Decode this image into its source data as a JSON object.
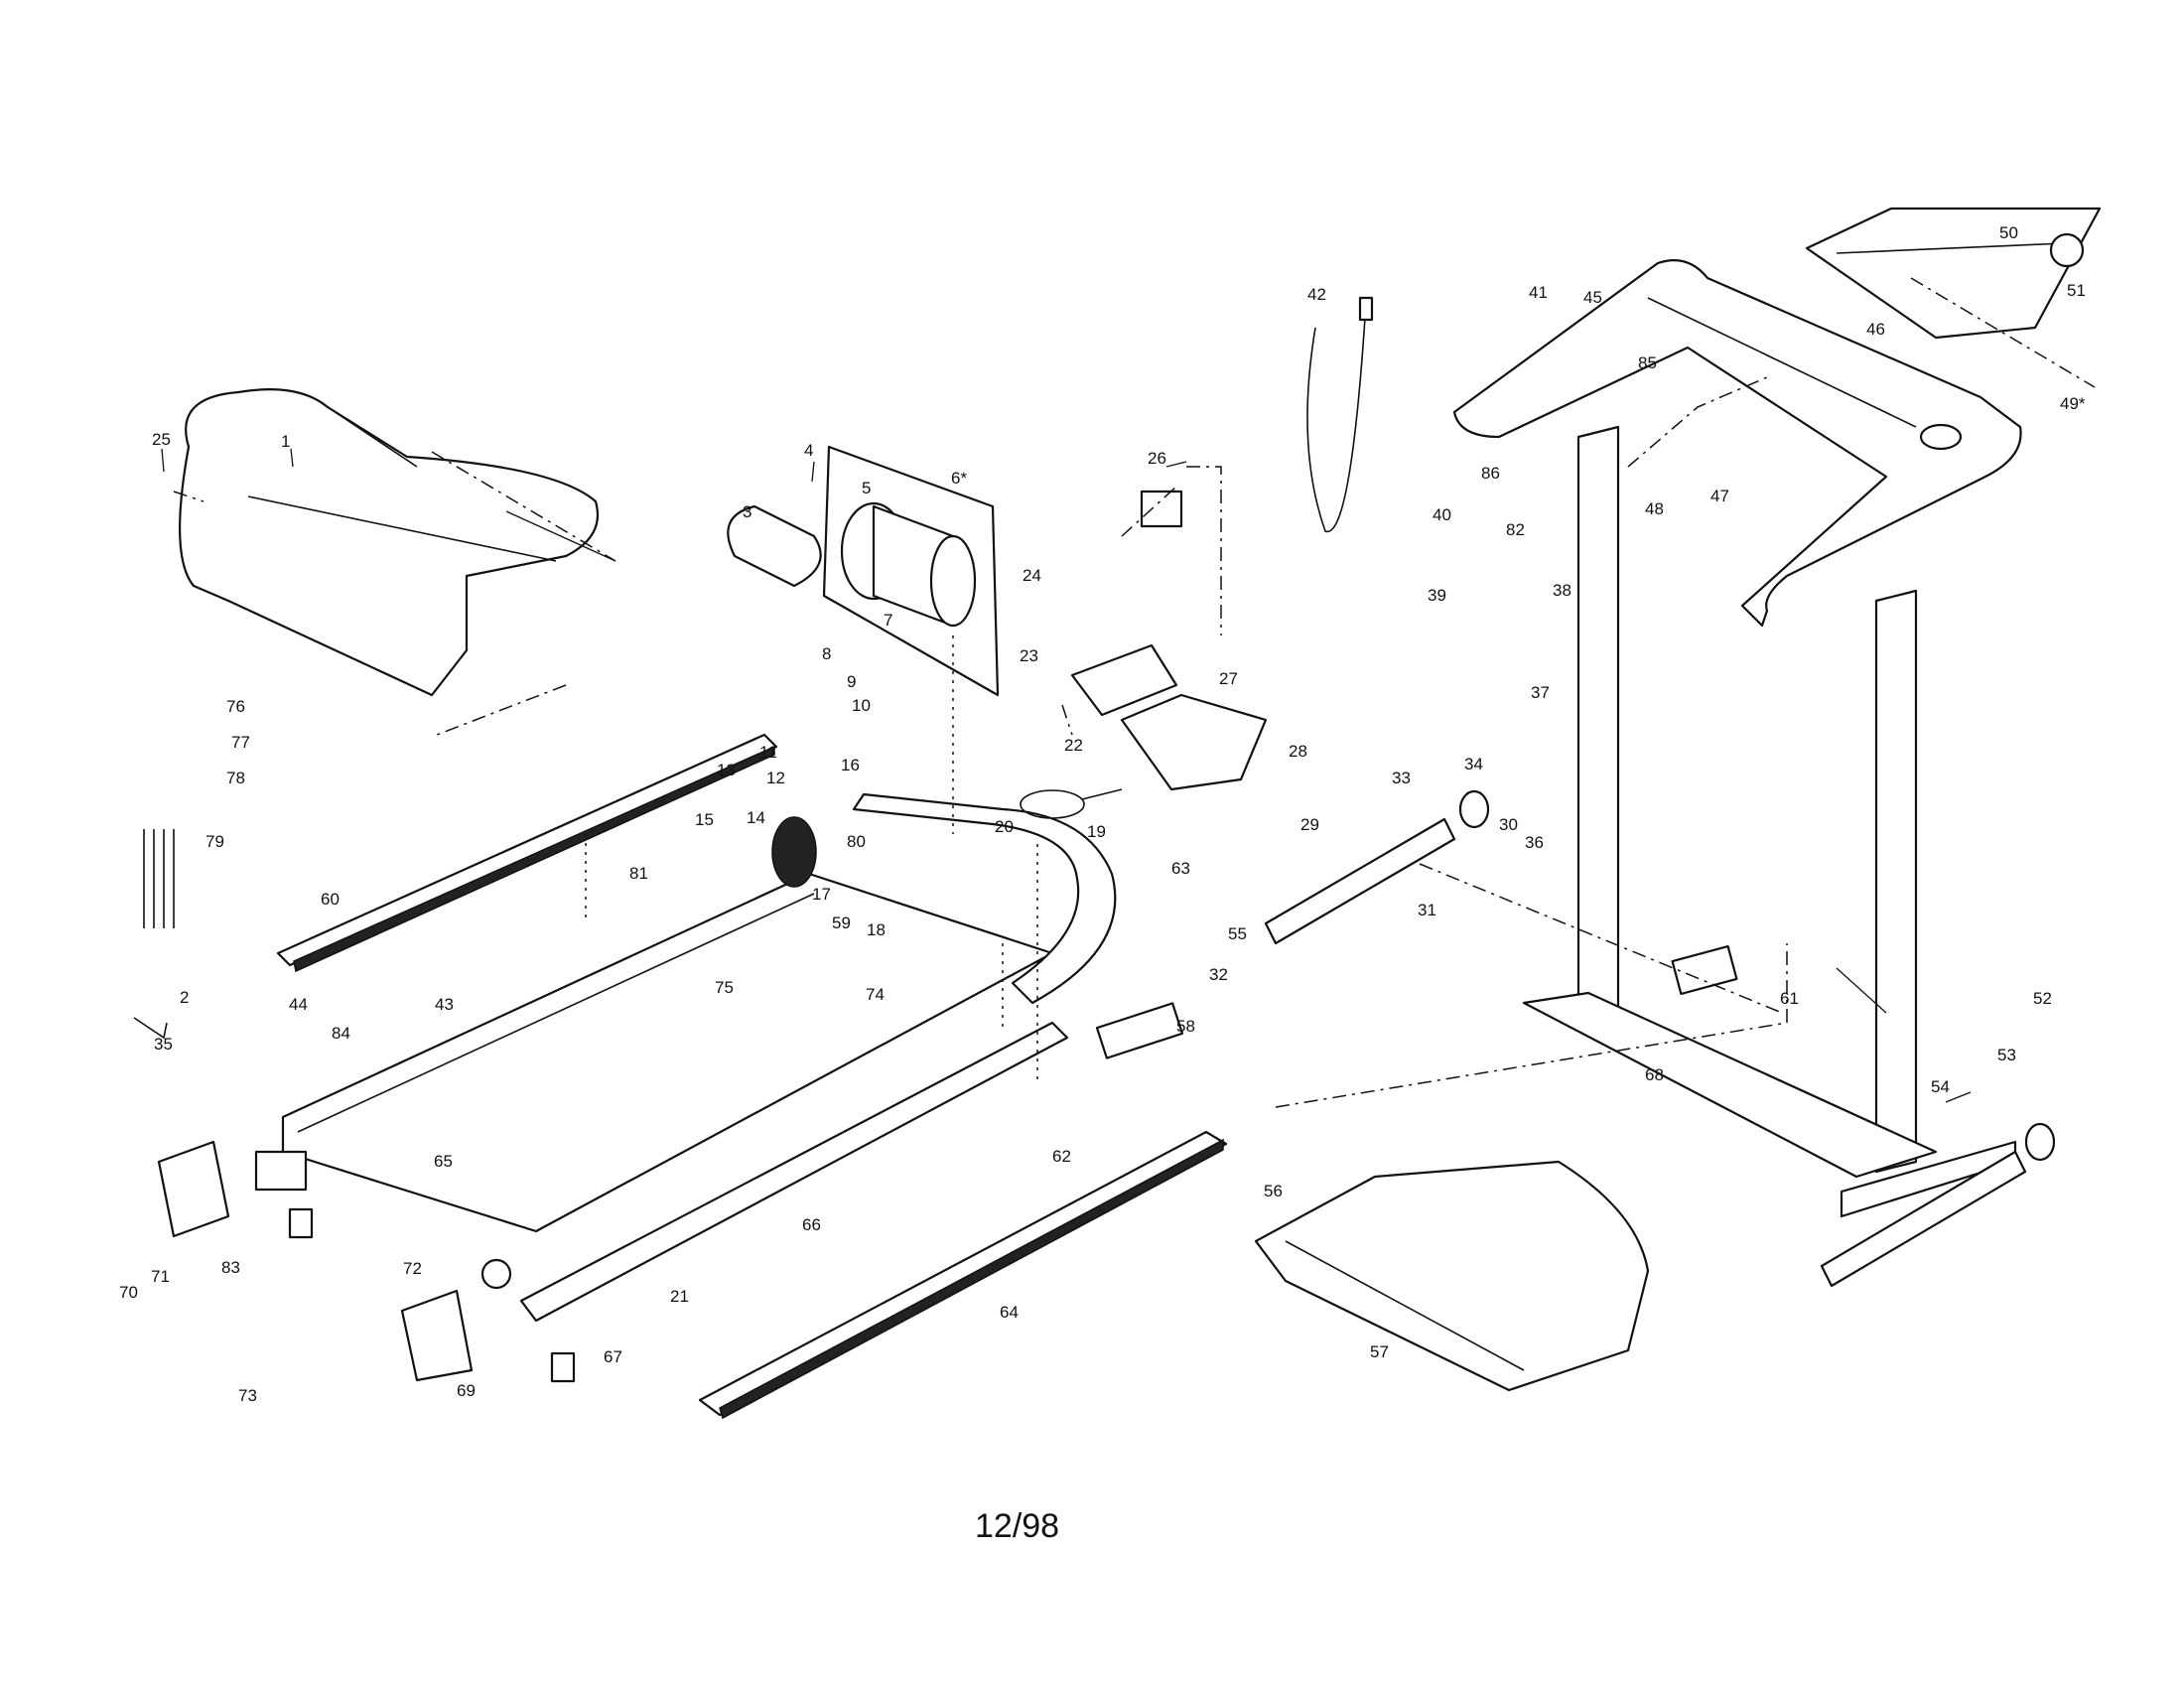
{
  "revision_date": "12/98",
  "part_labels": [
    "1",
    "2",
    "3",
    "4",
    "5",
    "6*",
    "7",
    "8",
    "9",
    "10",
    "11",
    "12",
    "13",
    "14",
    "15",
    "16",
    "17",
    "18",
    "19",
    "20",
    "21",
    "22",
    "23",
    "24",
    "25",
    "26",
    "27",
    "28",
    "29",
    "30",
    "31",
    "32",
    "33",
    "34",
    "35",
    "36",
    "37",
    "38",
    "39",
    "40",
    "41",
    "42",
    "43",
    "44",
    "45",
    "46",
    "47",
    "48",
    "49*",
    "50",
    "51",
    "52",
    "53",
    "54",
    "55",
    "56",
    "57",
    "58",
    "59",
    "60",
    "61",
    "62",
    "63",
    "64",
    "65",
    "66",
    "67",
    "68",
    "69",
    "70",
    "71",
    "72",
    "73",
    "74",
    "75",
    "76",
    "77",
    "78",
    "79",
    "80",
    "81",
    "82",
    "83",
    "84",
    "85",
    "86"
  ]
}
